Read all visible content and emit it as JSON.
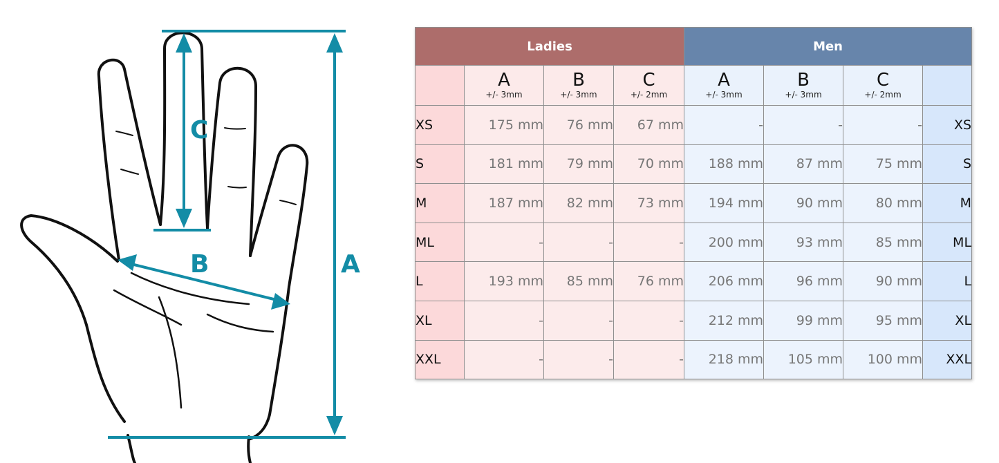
{
  "diagram": {
    "labels": {
      "a": "A",
      "b": "B",
      "c": "C"
    },
    "colors": {
      "dimension": "#138ca6",
      "outline": "#111111"
    }
  },
  "table": {
    "groups": {
      "ladies": "Ladies",
      "men": "Men"
    },
    "colors": {
      "ladies": "#ad6d6b",
      "men": "#6785ab",
      "ladies_light": "#fcd9da",
      "men_light": "#d7e7fb"
    },
    "columns": {
      "ladies": [
        {
          "letter": "A",
          "tolerance": "+/- 3mm"
        },
        {
          "letter": "B",
          "tolerance": "+/- 3mm"
        },
        {
          "letter": "C",
          "tolerance": "+/- 2mm"
        }
      ],
      "men": [
        {
          "letter": "A",
          "tolerance": "+/- 3mm"
        },
        {
          "letter": "B",
          "tolerance": "+/- 3mm"
        },
        {
          "letter": "C",
          "tolerance": "+/- 2mm"
        }
      ]
    },
    "rows": [
      {
        "size": "XS",
        "ladies": [
          "175 mm",
          "76 mm",
          "67 mm"
        ],
        "men": [
          "-",
          "-",
          "-"
        ]
      },
      {
        "size": "S",
        "ladies": [
          "181 mm",
          "79 mm",
          "70 mm"
        ],
        "men": [
          "188 mm",
          "87 mm",
          "75 mm"
        ]
      },
      {
        "size": "M",
        "ladies": [
          "187 mm",
          "82 mm",
          "73 mm"
        ],
        "men": [
          "194 mm",
          "90 mm",
          "80 mm"
        ]
      },
      {
        "size": "ML",
        "ladies": [
          "-",
          "-",
          "-"
        ],
        "men": [
          "200 mm",
          "93 mm",
          "85 mm"
        ]
      },
      {
        "size": "L",
        "ladies": [
          "193 mm",
          "85 mm",
          "76 mm"
        ],
        "men": [
          "206 mm",
          "96 mm",
          "90 mm"
        ]
      },
      {
        "size": "XL",
        "ladies": [
          "-",
          "-",
          "-"
        ],
        "men": [
          "212 mm",
          "99 mm",
          "95 mm"
        ]
      },
      {
        "size": "XXL",
        "ladies": [
          "-",
          "-",
          "-"
        ],
        "men": [
          "218 mm",
          "105 mm",
          "100 mm"
        ]
      }
    ]
  }
}
